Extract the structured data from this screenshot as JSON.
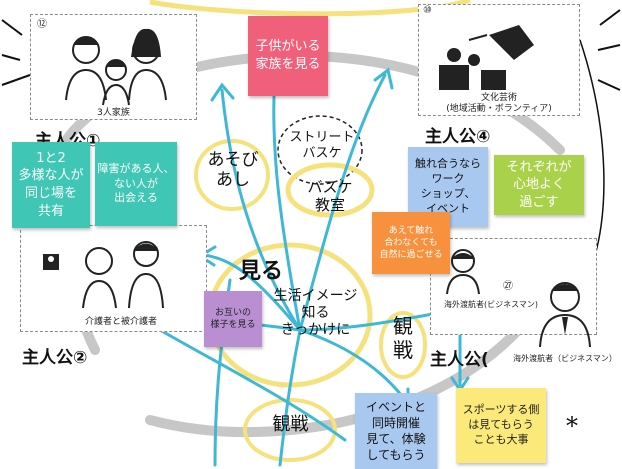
{
  "cards": {
    "family": {
      "number": "⑫",
      "caption": "3人家族"
    },
    "culture": {
      "number": "⑩",
      "caption": "文化芸術\n(地域活動・ボランティア)"
    },
    "caregiver": {
      "caption": "介護者と被介護者"
    },
    "spectator": {
      "number": "㉗",
      "caption": "海外渡航者(ビジネスマン)"
    },
    "business": {
      "caption": "海外渡航者（ビジネスマン）"
    }
  },
  "headings": {
    "h1": "主人公①",
    "h2": "主人公②",
    "h4": "主人公④",
    "h3": "主人公("
  },
  "stickies": {
    "center_top": "子供がいる\n家族を見る",
    "teal1": "1と2\n多様な人が\n同じ場を\n共有",
    "teal2": "障害がある人、\nない人が\n出会える",
    "blue_workshop": "触れ合うなら\nワーク\nショップ、\nイベント",
    "green": "それぞれが\n心地よく\n過ごす",
    "orange": "あえて触れ\n合わなくても\n自然に過ごせる",
    "purple": "お互いの\n様子を見る",
    "blue_event": "イベントと\n同時開催\n見て、体験\nしてもらう",
    "yellow": "スポーツする側\nは見てもらう\nことも大事"
  },
  "handwriting": {
    "asobi": "あそび\nあし",
    "street": "ストリート\nバスケ",
    "basket": "バスケ\n教室",
    "miru": "見る",
    "seikatsu": "生活イメージ\n知る\nきっかけに",
    "kansen_right": "観\n戦",
    "kansen_bottom": "観戦",
    "asterisk": "*"
  },
  "colors": {
    "pink": "#f0607a",
    "teal": "#3fc6b4",
    "blue": "#a9c8f0",
    "green": "#a9d14a",
    "orange": "#f7913d",
    "purple": "#b98fd1",
    "yellow": "#fbe97a",
    "arrow": "#3fb8d6",
    "highlight": "#f6e27d"
  }
}
